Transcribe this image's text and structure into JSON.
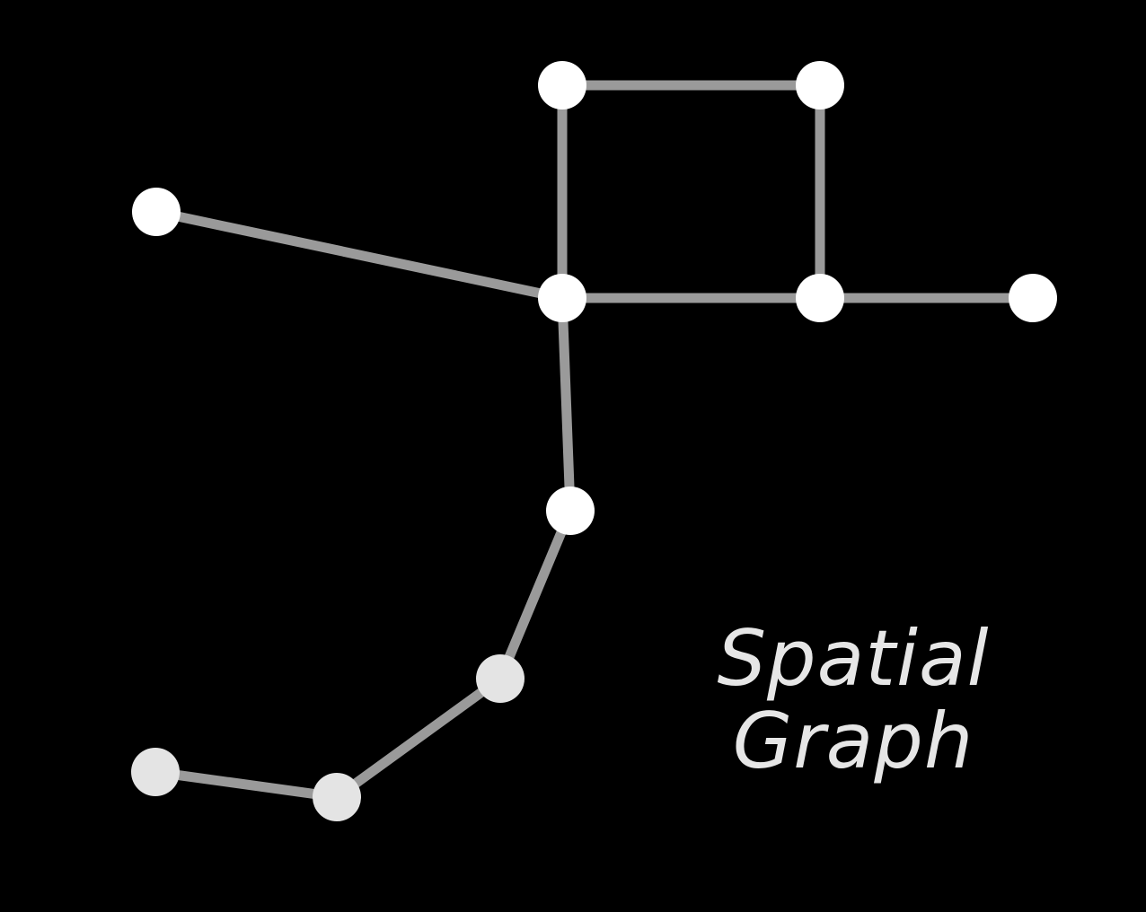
{
  "colors": {
    "background": "#000000",
    "edge": "#9a9a9a",
    "node": "#ffffff",
    "node_dim": "#e4e4e4",
    "caption": "#e6e6e6"
  },
  "caption": {
    "line1": "Spatial",
    "line2": "Graph"
  },
  "graph": {
    "nodes": [
      {
        "id": "square-top-left",
        "tone": "bright"
      },
      {
        "id": "square-top-right",
        "tone": "bright"
      },
      {
        "id": "left-branch-end",
        "tone": "bright"
      },
      {
        "id": "hub",
        "tone": "bright"
      },
      {
        "id": "square-bottom-right",
        "tone": "bright"
      },
      {
        "id": "right-branch-end",
        "tone": "bright"
      },
      {
        "id": "stem-mid",
        "tone": "bright"
      },
      {
        "id": "stem-lower",
        "tone": "dim"
      },
      {
        "id": "stem-bottom",
        "tone": "dim"
      },
      {
        "id": "tail-end",
        "tone": "dim"
      }
    ],
    "edges": [
      [
        "square-top-left",
        "square-top-right"
      ],
      [
        "square-top-left",
        "hub"
      ],
      [
        "square-top-right",
        "square-bottom-right"
      ],
      [
        "left-branch-end",
        "hub"
      ],
      [
        "hub",
        "square-bottom-right"
      ],
      [
        "square-bottom-right",
        "right-branch-end"
      ],
      [
        "hub",
        "stem-mid"
      ],
      [
        "stem-mid",
        "stem-lower"
      ],
      [
        "stem-lower",
        "stem-bottom"
      ],
      [
        "stem-bottom",
        "tail-end"
      ]
    ]
  }
}
